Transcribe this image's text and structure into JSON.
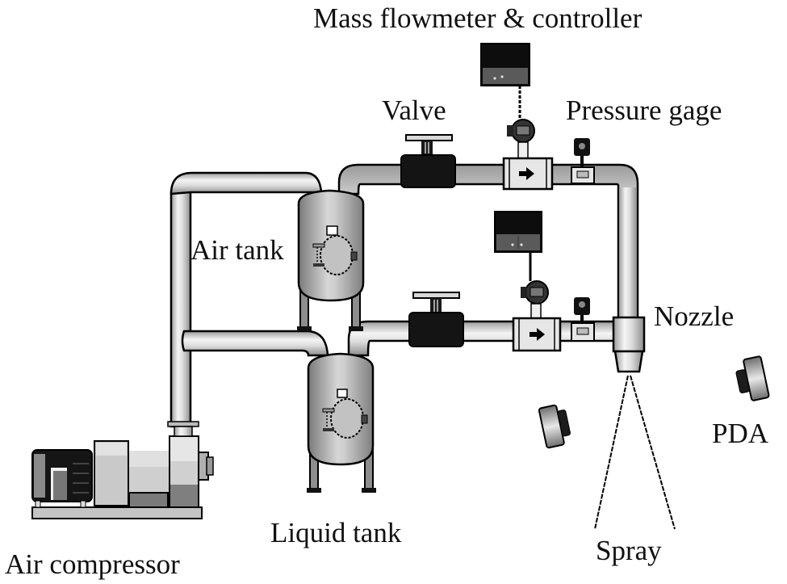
{
  "title": "Spray experimental setup schematic",
  "labels": {
    "mass_flowmeter": "Mass flowmeter & controller",
    "valve": "Valve",
    "pressure_gage": "Pressure gage",
    "air_tank": "Air tank",
    "nozzle": "Nozzle",
    "pda": "PDA",
    "liquid_tank": "Liquid tank",
    "air_compressor": "Air compressor",
    "spray": "Spray"
  },
  "components": [
    {
      "id": "air-compressor",
      "type": "compressor"
    },
    {
      "id": "air-tank",
      "type": "tank"
    },
    {
      "id": "liquid-tank",
      "type": "tank"
    },
    {
      "id": "valve-air-line",
      "type": "valve"
    },
    {
      "id": "valve-liquid-line",
      "type": "valve"
    },
    {
      "id": "flowmeter-air-line",
      "type": "mass-flowmeter"
    },
    {
      "id": "flowmeter-liquid-line",
      "type": "mass-flowmeter"
    },
    {
      "id": "controller-air-line",
      "type": "controller-display"
    },
    {
      "id": "controller-liquid-line",
      "type": "controller-display"
    },
    {
      "id": "pressure-gage-air-line",
      "type": "pressure-gage"
    },
    {
      "id": "pressure-gage-liquid-line",
      "type": "pressure-gage"
    },
    {
      "id": "nozzle",
      "type": "nozzle"
    },
    {
      "id": "pda-transmitter",
      "type": "pda-probe"
    },
    {
      "id": "pda-receiver",
      "type": "pda-probe"
    }
  ],
  "flow_arrows": [
    "right-arrow-icon",
    "right-arrow-icon"
  ],
  "colors": {
    "pipe_light": "#f2f2f2",
    "pipe_mid": "#b9b9b9",
    "tank_dark": "#8a8a8a",
    "tank_light": "#e0e0e0",
    "valve": "#141414",
    "outline": "#000000"
  }
}
